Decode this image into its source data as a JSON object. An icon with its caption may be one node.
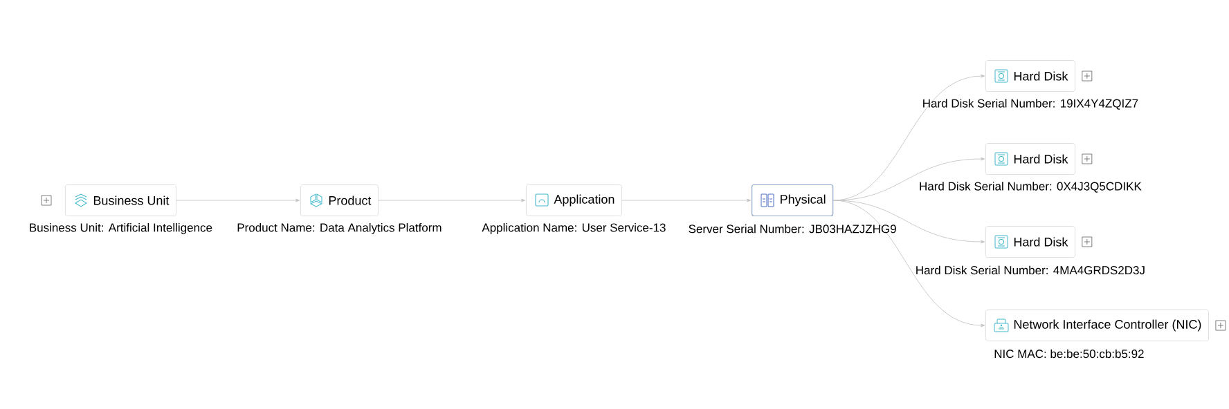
{
  "diagram": {
    "nodes": [
      {
        "text": [
          "Business Unit"
        ],
        "beside": [
          "Business Unit: Artificial Intelligence"
        ]
      },
      {
        "text": [
          "Product"
        ],
        "beside": [
          "Product Name: Data Analytics Platform"
        ]
      },
      {
        "text": [
          "Application"
        ],
        "beside": [
          "Application Name: User Service-13"
        ]
      },
      {
        "text": [
          "Physical"
        ],
        "beside": [
          "Server Serial Number: JB03HAZJZHG9"
        ]
      },
      {
        "text": [
          "Hard Disk"
        ],
        "beside": [
          "Hard Disk Serial Number: 19IX4Y4ZQIZ7"
        ]
      },
      {
        "text": [
          "Hard Disk"
        ],
        "beside": [
          "Hard Disk Serial Number: 0X4J3Q5CDIKK"
        ]
      },
      {
        "text": [
          "Hard Disk"
        ],
        "beside": [
          "Hard Disk Serial Number: 4MA4GRDS2D3J"
        ]
      },
      {
        "text": [
          "Network Interface Controller (NIC)"
        ],
        "beside": [
          "NIC MAC: be:be:50:cb:b5:92"
        ]
      }
    ],
    "edges": [
      {
        "from": 0,
        "to": 1,
        "arrow": "to"
      },
      {
        "from": 1,
        "to": 2,
        "arrow": "to"
      },
      {
        "from": 2,
        "to": 3,
        "arrow": "to"
      },
      {
        "from": 3,
        "to": 4,
        "arrow": "to"
      },
      {
        "from": 3,
        "to": 5,
        "arrow": "to"
      },
      {
        "from": 3,
        "to": 6,
        "arrow": "to"
      },
      {
        "from": 3,
        "to": 7,
        "arrow": "to"
      }
    ]
  }
}
